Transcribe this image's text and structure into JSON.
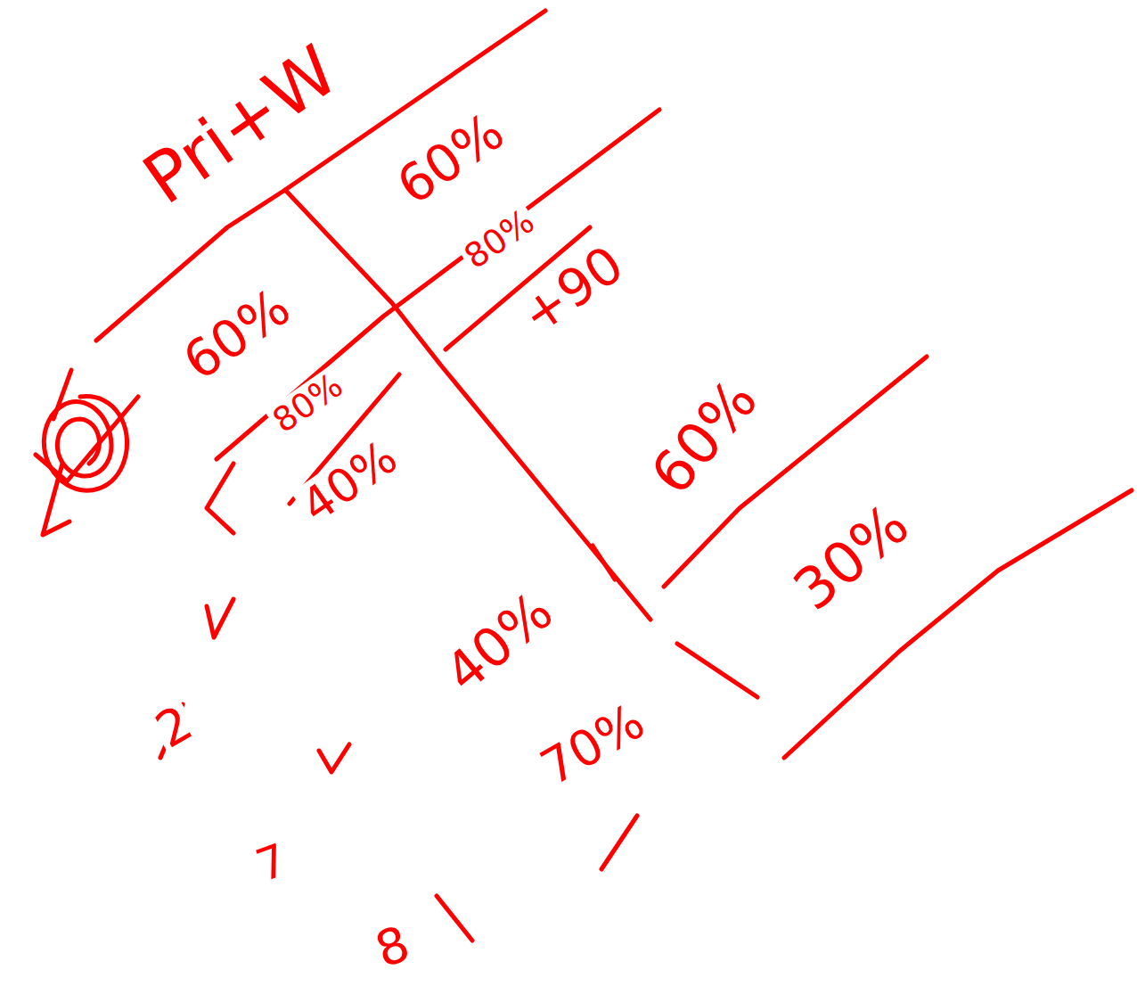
{
  "diagram": {
    "labels": [
      "Pri+W",
      "60%",
      "60%",
      "80%",
      "80%",
      "+90",
      "40%",
      "60%",
      "30%",
      "2",
      "40%",
      "70%",
      "7",
      "8"
    ]
  }
}
